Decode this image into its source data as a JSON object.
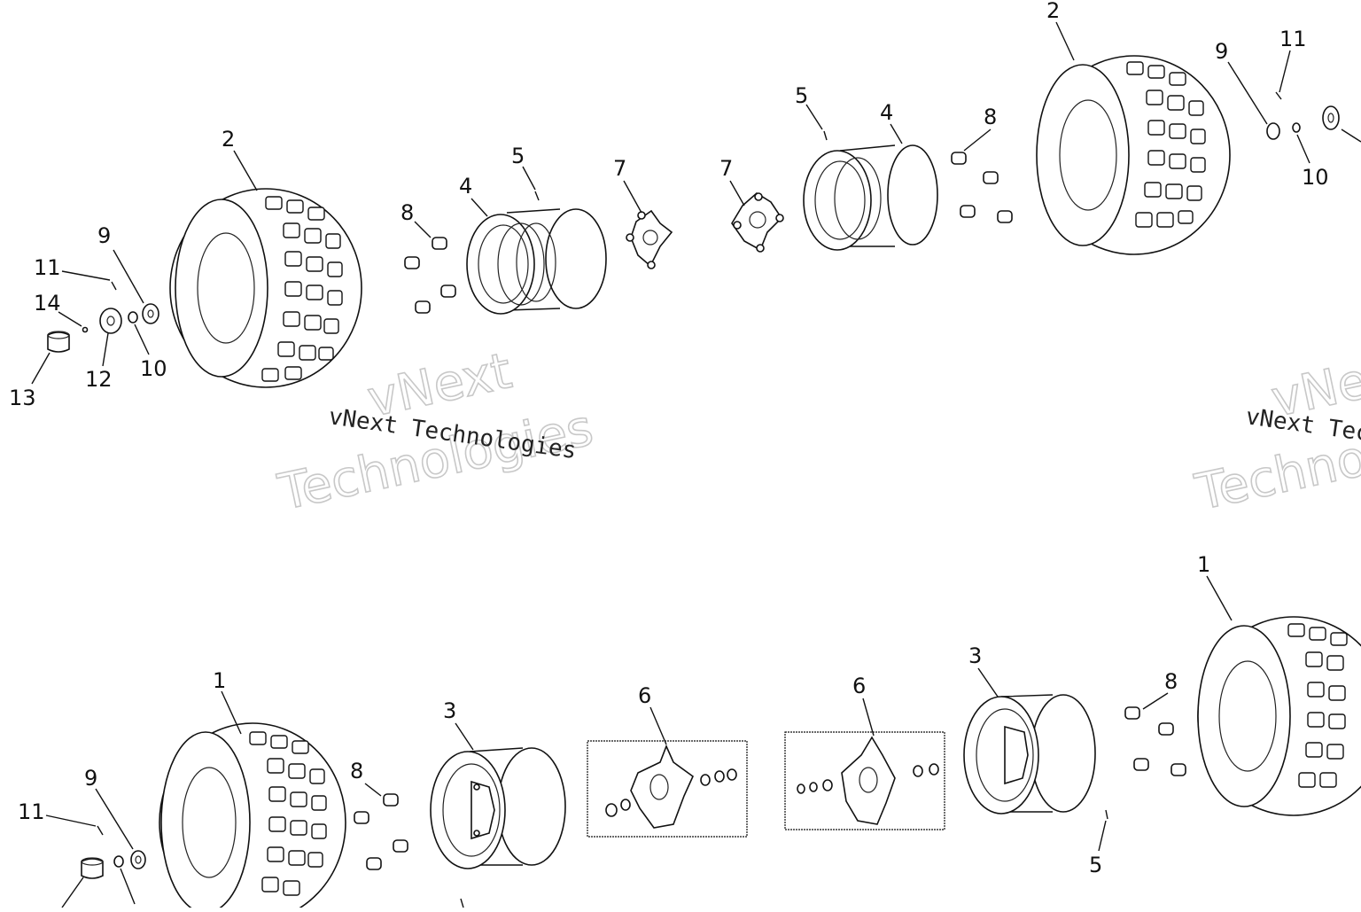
{
  "watermark": {
    "brand_line": "vNext Technologies",
    "big_line_1": "vNext",
    "big_line_2": "Technologies"
  },
  "callouts": {
    "c1": "1",
    "c2": "2",
    "c3": "3",
    "c4": "4",
    "c5": "5",
    "c6": "6",
    "c7": "7",
    "c8": "8",
    "c9": "9",
    "c10": "10",
    "c11": "11",
    "c12": "12",
    "c13": "13",
    "c14": "14"
  }
}
